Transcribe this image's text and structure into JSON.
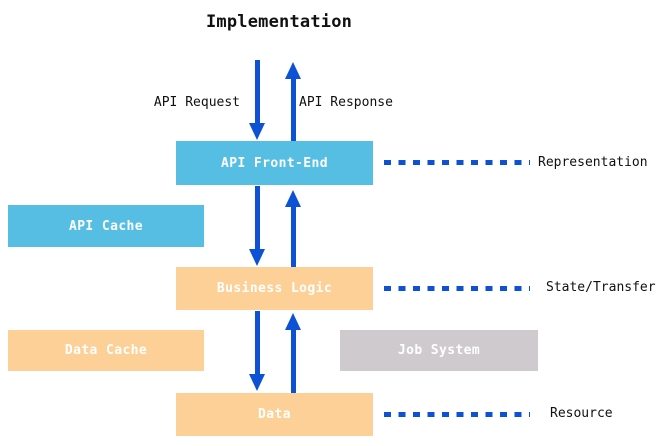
{
  "title": "Implementation",
  "arrow_labels": {
    "request": "API Request",
    "response": "API Response"
  },
  "boxes": {
    "api_front_end": "API Front-End",
    "api_cache": "API Cache",
    "business_logic": "Business Logic",
    "data_cache": "Data Cache",
    "job_system": "Job System",
    "data": "Data"
  },
  "layer_labels": {
    "representation": "Representation",
    "state_transfer": "State/Transfer",
    "resource": "Resource"
  },
  "colors": {
    "blue-box": "#55BEE2",
    "orange-box": "#FCD096",
    "gray-box": "#CECACD",
    "arrow": "#0D52D5",
    "ink": "#111111"
  }
}
